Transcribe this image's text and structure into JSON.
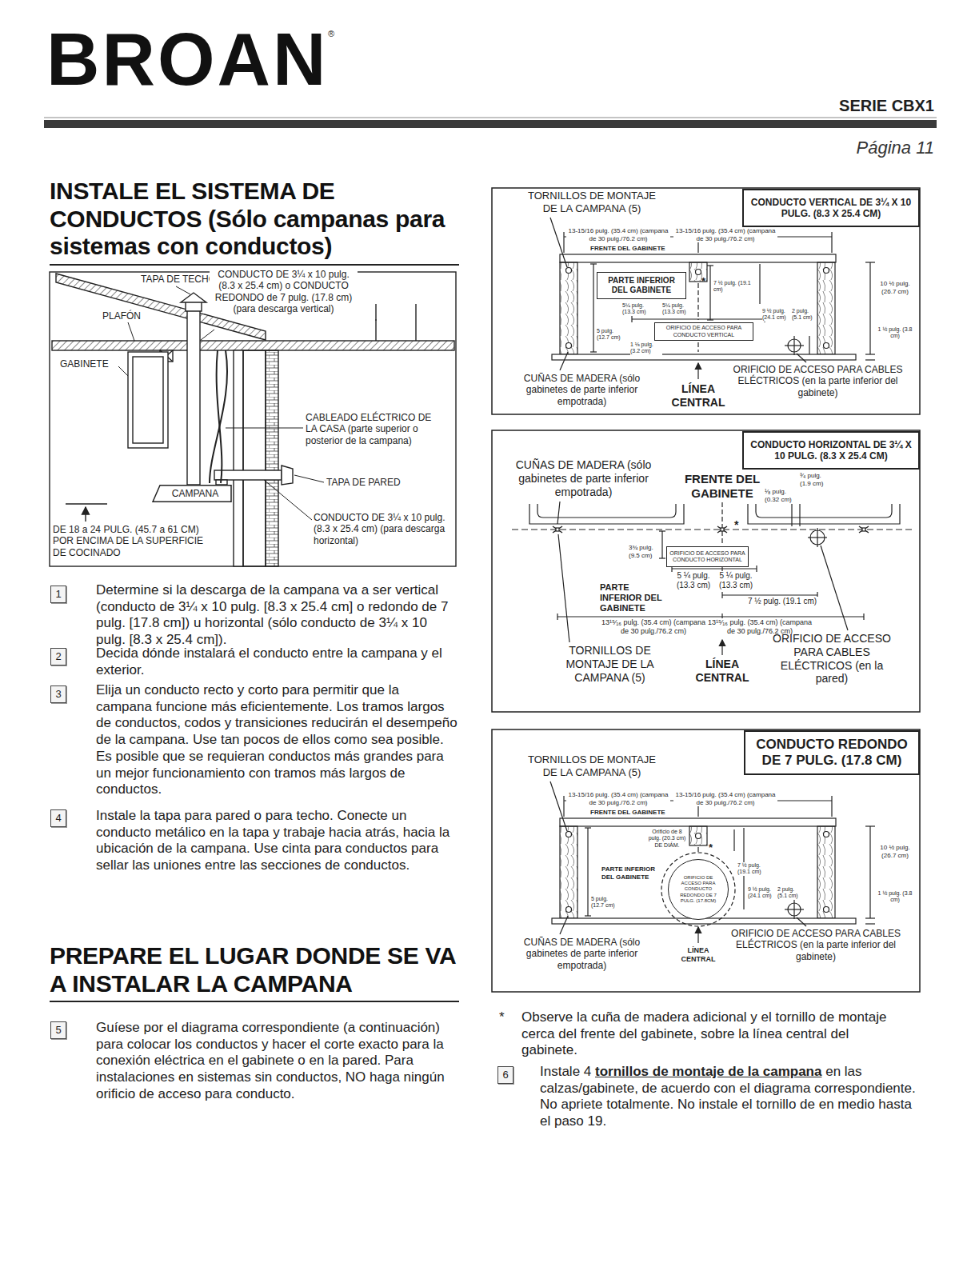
{
  "diagram": {
    "title": "INSTALE EL SISTEMA DE CONDUCTOS (Sólo campanas para sistemas con conductos)",
    "nodes": [
      {
        "text": [
          "CAMPANA"
        ]
      },
      {
        "text": [
          "1"
        ]
      },
      {
        "text": [
          "2"
        ]
      },
      {
        "text": [
          "3"
        ]
      },
      {
        "text": [
          "4"
        ]
      },
      {
        "text": [
          "5"
        ]
      },
      {
        "text": [
          "CONDUCTO VERTICAL DE 3¼ X 10 PULG. (8.3 X 25.4 CM)"
        ]
      },
      {
        "text": [
          "PARTE INFERIOR DEL GABINETE"
        ]
      },
      {
        "text": [
          "ORIFICIO DE ACCESO PARA CONDUCTO VERTICAL"
        ]
      },
      {
        "text": [
          "CONDUCTO HORIZONTAL DE 3¼ X 10 PULG. (8.3 X 25.4 CM)"
        ]
      },
      {
        "text": [
          "ORIFICIO DE ACCESO PARA CONDUCTO HORIZONTAL"
        ]
      },
      {
        "text": [
          "CONDUCTO REDONDO DE 7 PULG. (17.8 CM)"
        ]
      },
      {
        "text": [
          "ORIFICIO DE ACCESO PARA CONDUCTO REDONDO DE 7 PULG. (17.8CM)"
        ]
      },
      {
        "text": [
          "6"
        ]
      }
    ],
    "labels": [
      "BROAN",
      "®",
      "SERIE CBX1",
      "Página 11",
      "TAPA DE TECHO",
      "CONDUCTO DE 3¼ x 10 pulg. (8.3 x 25.4 cm) o CONDUCTO REDONDO de 7 pulg. (17.8 cm) (para descarga vertical)",
      "PLAFÓN",
      "GABINETE",
      "CABLEADO ELÉCTRICO DE LA CASA (parte superior o posterior de la campana)",
      "TAPA DE PARED",
      "DE 18 a 24 PULG. (45.7 a 61 CM) POR ENCIMA DE LA SUPERFICIE DE COCINADO",
      "CONDUCTO DE 3¼ x 10 pulg. (8.3 x 25.4 cm) (para descarga horizontal)",
      "Determine si la descarga de la campana va a ser vertical (conducto de 3¼ x 10 pulg. [8.3 x 25.4 cm] o redondo de 7 pulg. [17.8 cm]) u horizontal (sólo conducto de 3¼ x 10 pulg. [8.3 x 25.4 cm]).",
      "Decida dónde instalará el conducto entre la campana y el exterior.",
      "Elija un conducto recto y corto para permitir que la campana funcione más eficientemente. Los tramos largos de conductos, codos y transiciones reducirán el desempeño de la campana. Use tan pocos de ellos como sea posible. Es posible que se requieran conductos más grandes para un mejor funcionamiento con tramos más largos de conductos.",
      "Instale la tapa para pared o para techo. Conecte un conducto metálico en la tapa y trabaje hacia atrás, hacia la ubicación de la campana. Use cinta para conductos para sellar las uniones entre las secciones de conductos.",
      "PREPARE EL LUGAR DONDE SE VA A INSTALAR LA CAMPANA",
      "Guíese por el diagrama correspondiente (a continuación) para colocar los conductos y hacer el corte exacto para la conexión eléctrica en el gabinete o en la pared. Para instalaciones en sistemas sin conductos, NO haga ningún orificio de acceso para conducto.",
      "TORNILLOS DE MONTAJE DE LA CAMPANA (5)",
      "13-15/16 pulg. (35.4 cm) (campana de 30 pulg./76.2 cm)",
      "13-15/16 pulg. (35.4 cm) (campana de 30 pulg./76.2 cm)",
      "FRENTE DEL GABINETE",
      "*",
      "7 ½ pulg. (19.1 cm)",
      "5¼ pulg. (13.3 cm)",
      "5¼ pulg. (13.3 cm)",
      "5 pulg. (12.7 cm)",
      "9 ½ pulg. (24.1 cm)",
      "2 pulg. (5.1 cm)",
      "1 ⅛ pulg. (3.2 cm)",
      "10 ½ pulg. (26.7 cm)",
      "1 ½ pulg. (3.8 cm)",
      "CUÑAS DE MADERA (sólo gabinetes de parte inferior empotrada)",
      "LÍNEA CENTRAL",
      "ORIFICIO DE ACCESO PARA CABLES ELÉCTRICOS (en la parte inferior del gabinete)",
      "CUÑAS DE MADERA (sólo gabinetes de parte inferior empotrada)",
      "FRENTE DEL GABINETE",
      "³⁄₄ pulg. (1.9 cm)",
      "¹⁄₈ pulg. (0.32 cm)",
      "*",
      "3¾ pulg. (9.5 cm)",
      "PARTE INFERIOR DEL GABINETE",
      "5 ¼ pulg. (13.3 cm)",
      "5 ¼ pulg. (13.3 cm)",
      "7 ½ pulg. (19.1 cm)",
      "13¹⁵⁄₁₆ pulg. (35.4 cm) (campana de 30 pulg./76.2 cm)",
      "13¹⁵⁄₁₆ pulg. (35.4 cm) (campana de 30 pulg./76.2 cm)",
      "TORNILLOS DE MONTAJE DE LA CAMPANA (5)",
      "LÍNEA CENTRAL",
      "ORIFICIO DE ACCESO PARA CABLES ELÉCTRICOS (en la pared)",
      "TORNILLOS DE MONTAJE DE LA CAMPANA (5)",
      "13-15/16 pulg. (35.4 cm) (campana de 30 pulg./76.2 cm)",
      "13-15/16 pulg. (35.4 cm) (campana de 30 pulg./76.2 cm)",
      "FRENTE DEL GABINETE",
      "Orificio de 8 pulg. (20.3 cm) DE DIÁM.",
      "*",
      "PARTE INFERIOR DEL GABINETE",
      "7 ½ pulg. (19.1 cm)",
      "9 ½ pulg. (24.1 cm)",
      "2 pulg. (5.1 cm)",
      "5 pulg. (12.7 cm)",
      "10 ½ pulg. (26.7 cm)",
      "1 ½ pulg. (3.8 cm)",
      "CUÑAS DE MADERA (sólo gabinetes de parte inferior empotrada)",
      "LÍNEA CENTRAL",
      "ORIFICIO DE ACCESO PARA CABLES ELÉCTRICOS (en la parte inferior del gabinete)",
      "*",
      "Observe la cuña de madera adicional y el tornillo de montaje cerca del frente del gabinete, sobre la línea central del gabinete.",
      "Instale 4",
      "tornillos de montaje de la campana",
      "en las calzas/gabinete, de acuerdo con el diagrama correspondiente. No apriete totalmente. No instale el tornillo de en medio hasta el paso 19."
    ]
  }
}
